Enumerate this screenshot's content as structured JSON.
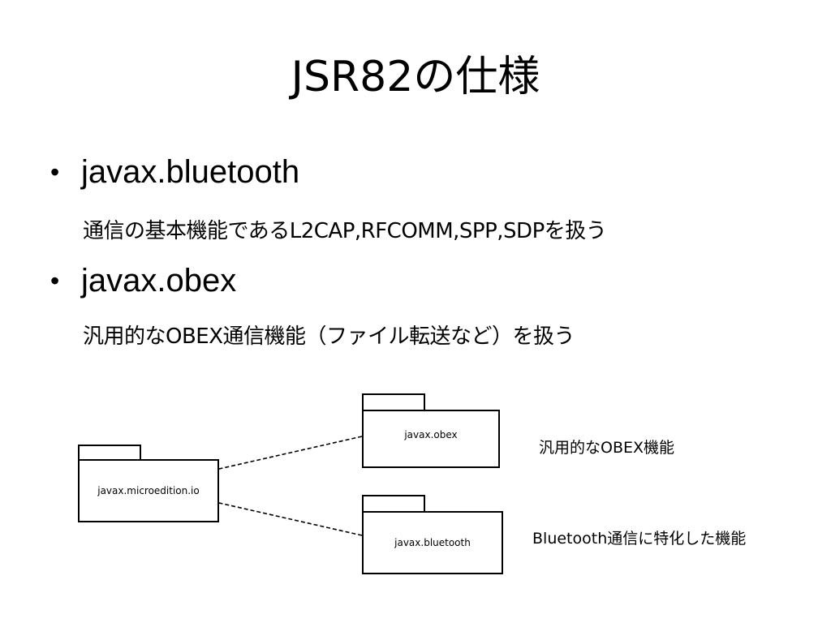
{
  "title": "JSR82の仕様",
  "bullets": [
    {
      "heading": "javax.bluetooth",
      "description": "通信の基本機能であるL2CAP,RFCOMM,SPP,SDPを扱う"
    },
    {
      "heading": "javax.obex",
      "description": "汎用的なOBEX通信機能（ファイル転送など）を扱う"
    }
  ],
  "bullet_symbol": "•",
  "diagram": {
    "packages": {
      "microedition_io": "javax.microedition.io",
      "obex": "javax.obex",
      "bluetooth": "javax.bluetooth"
    },
    "labels": {
      "obex": "汎用的なOBEX機能",
      "bluetooth": "Bluetooth通信に特化した機能"
    }
  }
}
